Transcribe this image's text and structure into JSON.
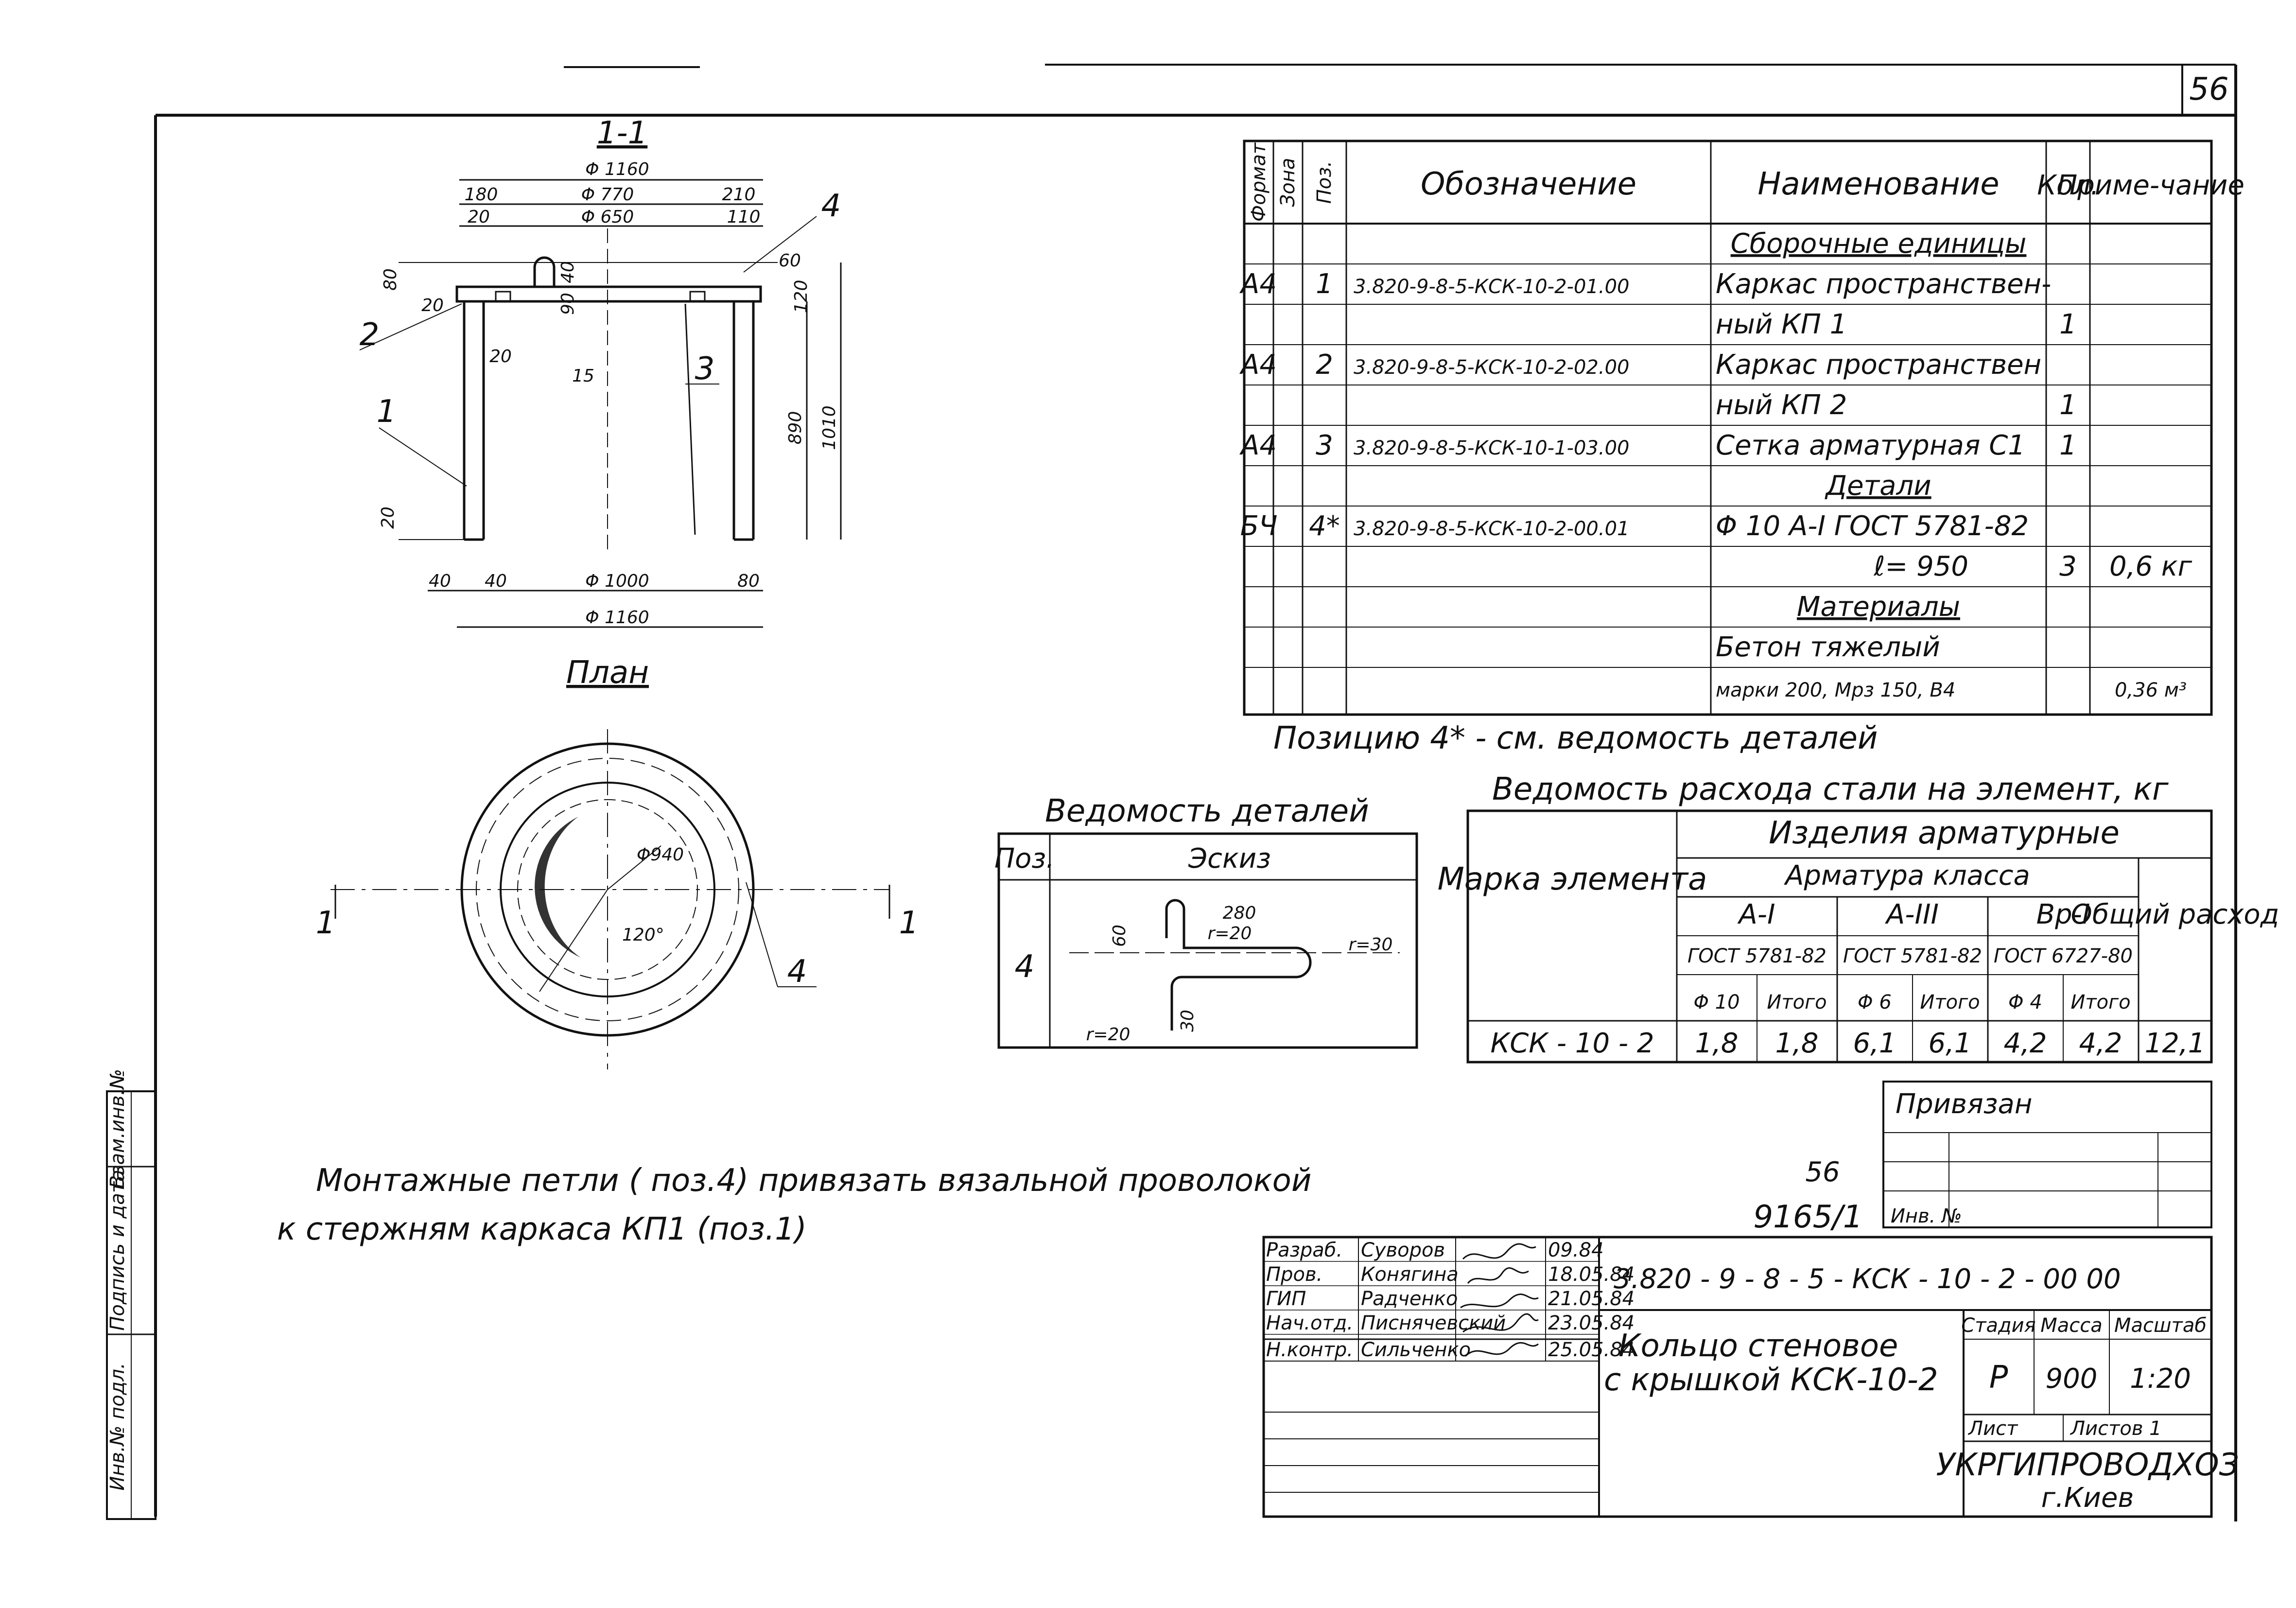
{
  "sheet_number": "56",
  "section": {
    "title": "1-1",
    "dims": {
      "d_outer": "Φ 1160",
      "d_770": "Φ 770",
      "d_650": "Φ 650",
      "left_180": "180",
      "right_210": "210",
      "left_20": "20",
      "right_110": "110",
      "h_80": "80",
      "d_40": "40",
      "d_90": "90",
      "h_60": "60",
      "h_120": "120",
      "s_20a": "20",
      "s_20b": "20",
      "s_15": "15",
      "h_890": "890",
      "h_1010": "1010",
      "s_20c": "20",
      "b_40a": "40",
      "b_40b": "40",
      "b_1000": "Φ 1000",
      "b_80": "80",
      "b_1160": "Φ 1160",
      "leader_1": "1",
      "leader_2": "2",
      "leader_3": "3",
      "leader_4": "4"
    }
  },
  "plan": {
    "title": "План",
    "d940": "Φ940",
    "angle": "120°",
    "cut_left": "1",
    "cut_right": "1",
    "leader_4": "4"
  },
  "spec_table": {
    "headers": [
      "Формат",
      "Зона",
      "Поз.",
      "Обозначение",
      "Наименование",
      "Кол.",
      "Приме-чание"
    ],
    "rows": [
      [
        "",
        "",
        "",
        "",
        "Сборочные единицы",
        "",
        ""
      ],
      [
        "А4",
        "",
        "1",
        "3.820-9-8-5-КСК-10-2-01.00",
        "Каркас пространствен-",
        "",
        ""
      ],
      [
        "",
        "",
        "",
        "",
        "ный  КП 1",
        "1",
        ""
      ],
      [
        "А4",
        "",
        "2",
        "3.820-9-8-5-КСК-10-2-02.00",
        "Каркас пространствен",
        "",
        ""
      ],
      [
        "",
        "",
        "",
        "",
        "ный  КП 2",
        "1",
        ""
      ],
      [
        "А4",
        "",
        "3",
        "3.820-9-8-5-КСК-10-1-03.00",
        "Сетка арматурная С1",
        "1",
        ""
      ],
      [
        "",
        "",
        "",
        "",
        "Детали",
        "",
        ""
      ],
      [
        "БЧ",
        "",
        "4*",
        "3.820-9-8-5-КСК-10-2-00.01",
        "Φ 10 А-I ГОСТ 5781-82",
        "",
        ""
      ],
      [
        "",
        "",
        "",
        "",
        "ℓ= 950",
        "3",
        "0,6 кг"
      ],
      [
        "",
        "",
        "",
        "",
        "Материалы",
        "",
        ""
      ],
      [
        "",
        "",
        "",
        "",
        "Бетон тяжелый",
        "",
        ""
      ],
      [
        "",
        "",
        "",
        "",
        "марки 200, Мрз 150, В4",
        "",
        "0,36 м³"
      ]
    ],
    "footnote": "Позицию 4* - см. ведомость деталей"
  },
  "details": {
    "title": "Ведомость деталей",
    "col_pos": "Поз.",
    "col_sketch": "Эскиз",
    "pos": "4",
    "labels": [
      "280",
      "r=20",
      "60",
      "r=30",
      "r=20",
      "30"
    ]
  },
  "steel": {
    "title": "Ведомость расхода стали на элемент, кг",
    "mark_header": "Марка элемента",
    "group": "Изделия арматурные",
    "subgroup": "Арматура класса",
    "classes": [
      "А-I",
      "А-III",
      "Вр-I"
    ],
    "gosts": [
      "ГОСТ 5781-82",
      "ГОСТ 5781-82",
      "ГОСТ 6727-80"
    ],
    "cols": [
      "Φ 10",
      "Итого",
      "Φ 6",
      "Итого",
      "Φ 4",
      "Итого"
    ],
    "total_header": "Общий расход",
    "row": [
      "КСК - 10 - 2",
      "1,8",
      "1,8",
      "6,1",
      "6,1",
      "4,2",
      "4,2",
      "12,1"
    ]
  },
  "note": {
    "line1": "Монтажные петли ( поз.4) привязать вязальной проволокой",
    "line2": "к стержням каркаса КП1 (поз.1)"
  },
  "attached": "Привязан",
  "inv_label": "Инв. №",
  "stamp_number": "56",
  "archive_number": "9165/1",
  "title_block": {
    "people": [
      {
        "role": "Разраб.",
        "name": "Суворов",
        "date": "09.84"
      },
      {
        "role": "Пров.",
        "name": "Конягина",
        "date": "18.05.84"
      },
      {
        "role": "ГИП",
        "name": "Радченко",
        "date": "21.05.84"
      },
      {
        "role": "Нач.отд.",
        "name": "Писнячевский",
        "date": "23.05.84"
      },
      {
        "role": "Н.контр.",
        "name": "Сильченко",
        "date": "25.05.84"
      }
    ],
    "code": "3.820 - 9 - 8 - 5 - КСК - 10 - 2 - 00 00",
    "name_line1": "Кольцо стеновое",
    "name_line2": "с крышкой КСК-10-2",
    "stage_h": "Стадия",
    "mass_h": "Масса",
    "scale_h": "Масштаб",
    "stage": "Р",
    "mass": "900",
    "scale": "1:20",
    "sheet_h": "Лист",
    "sheets_h": "Листов 1",
    "org1": "УКРГИПРОВОДХОЗ",
    "org2": "г.Киев"
  },
  "side_stamp": [
    "Инв.№ подл.",
    "Подпись и дата",
    "Взам.инв.№"
  ]
}
